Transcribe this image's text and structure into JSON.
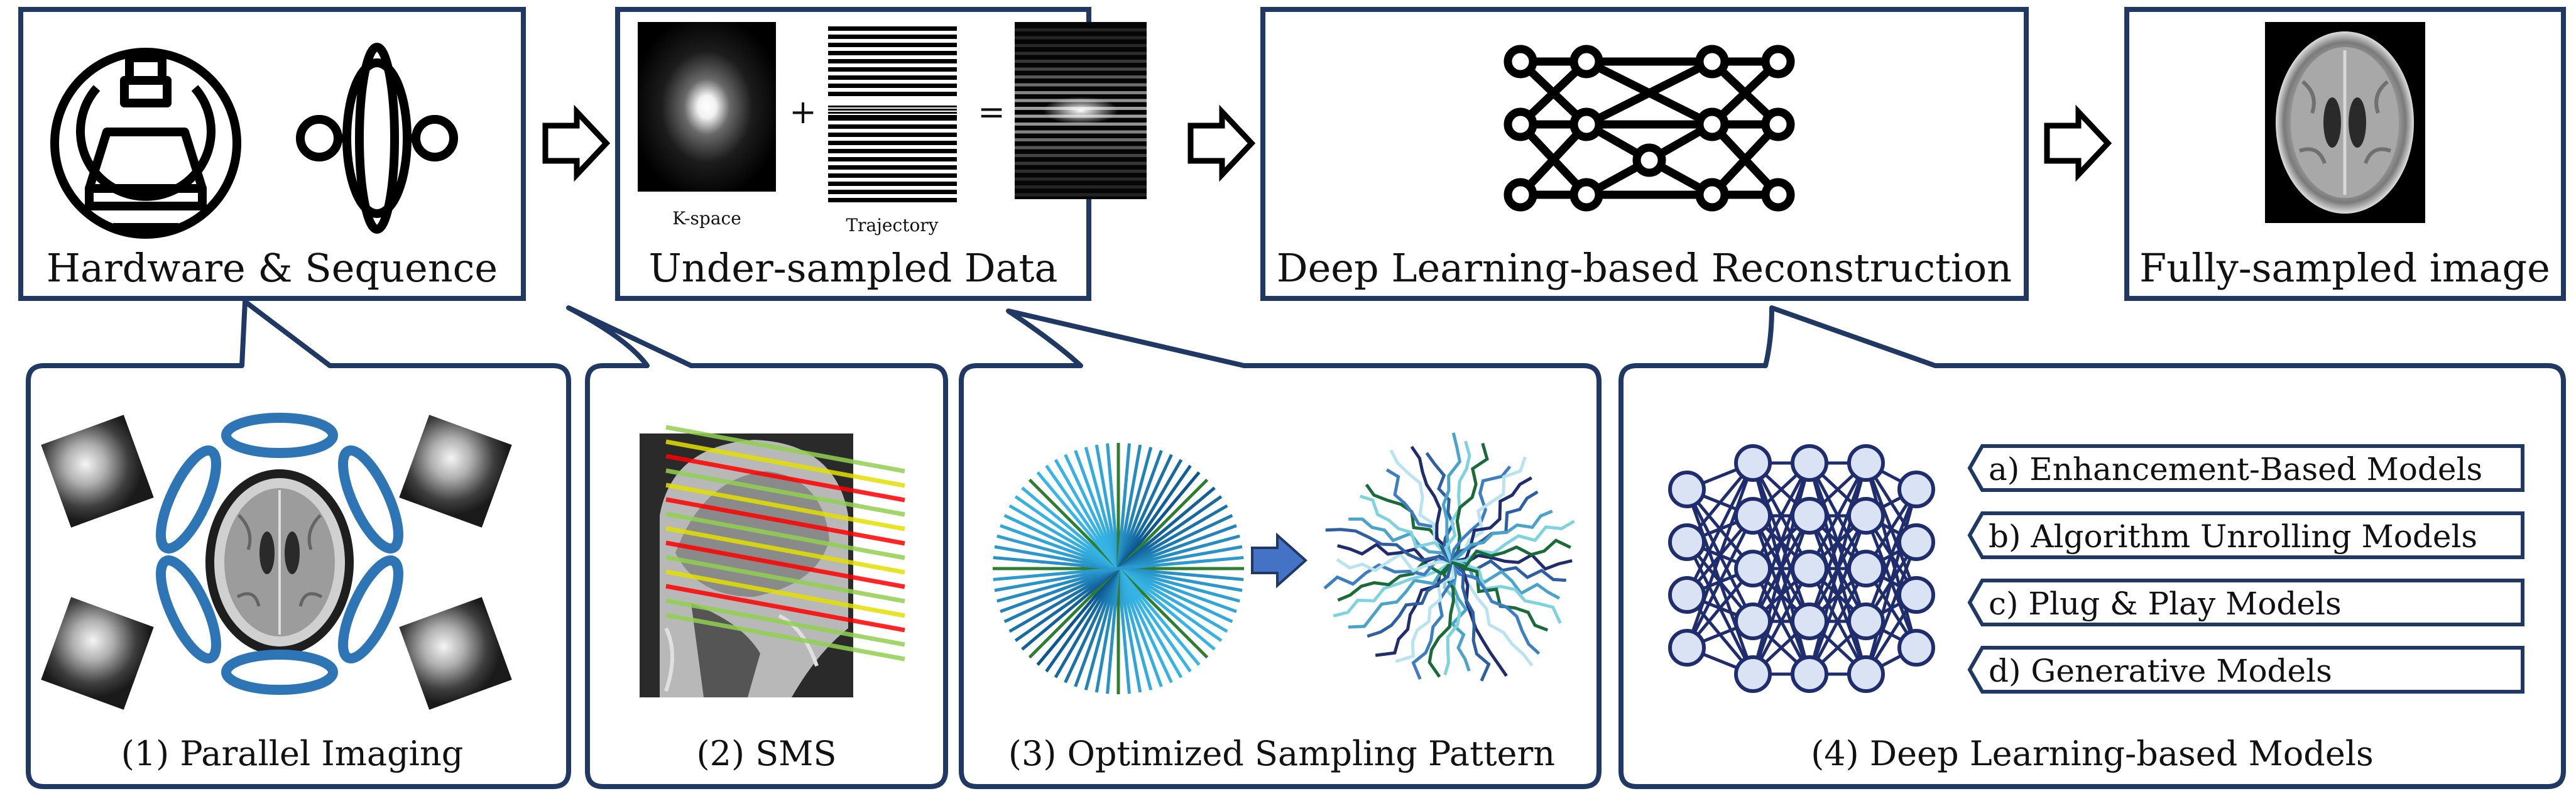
{
  "pipeline": {
    "hardware_label": "Hardware & Sequence",
    "undersampled_label": "Under-sampled Data",
    "kspace_caption": "K-space",
    "trajectory_caption": "Trajectory",
    "plus_sign": "+",
    "equals_sign": "=",
    "recon_label": "Deep Learning-based Reconstruction",
    "fully_label": "Fully-sampled image"
  },
  "details": {
    "parallel_label": "(1) Parallel Imaging",
    "sms_label": "(2) SMS",
    "sampling_label": "(3) Optimized Sampling Pattern",
    "dl_label": "(4) Deep Learning-based Models",
    "model_types": [
      "a) Enhancement-Based Models",
      "b) Algorithm Unrolling Models",
      "c) Plug & Play Models",
      "d) Generative Models"
    ]
  },
  "colors": {
    "frame": "#1f3864",
    "coil": "#2e75b6",
    "network_node": "#dae3f3",
    "network_line": "#1f2d6e",
    "arrow_fill": "#4472c4"
  },
  "icons": [
    "mri-scanner-icon",
    "rf-coil-icon",
    "neural-network-icon",
    "hollow-arrow-icon"
  ]
}
